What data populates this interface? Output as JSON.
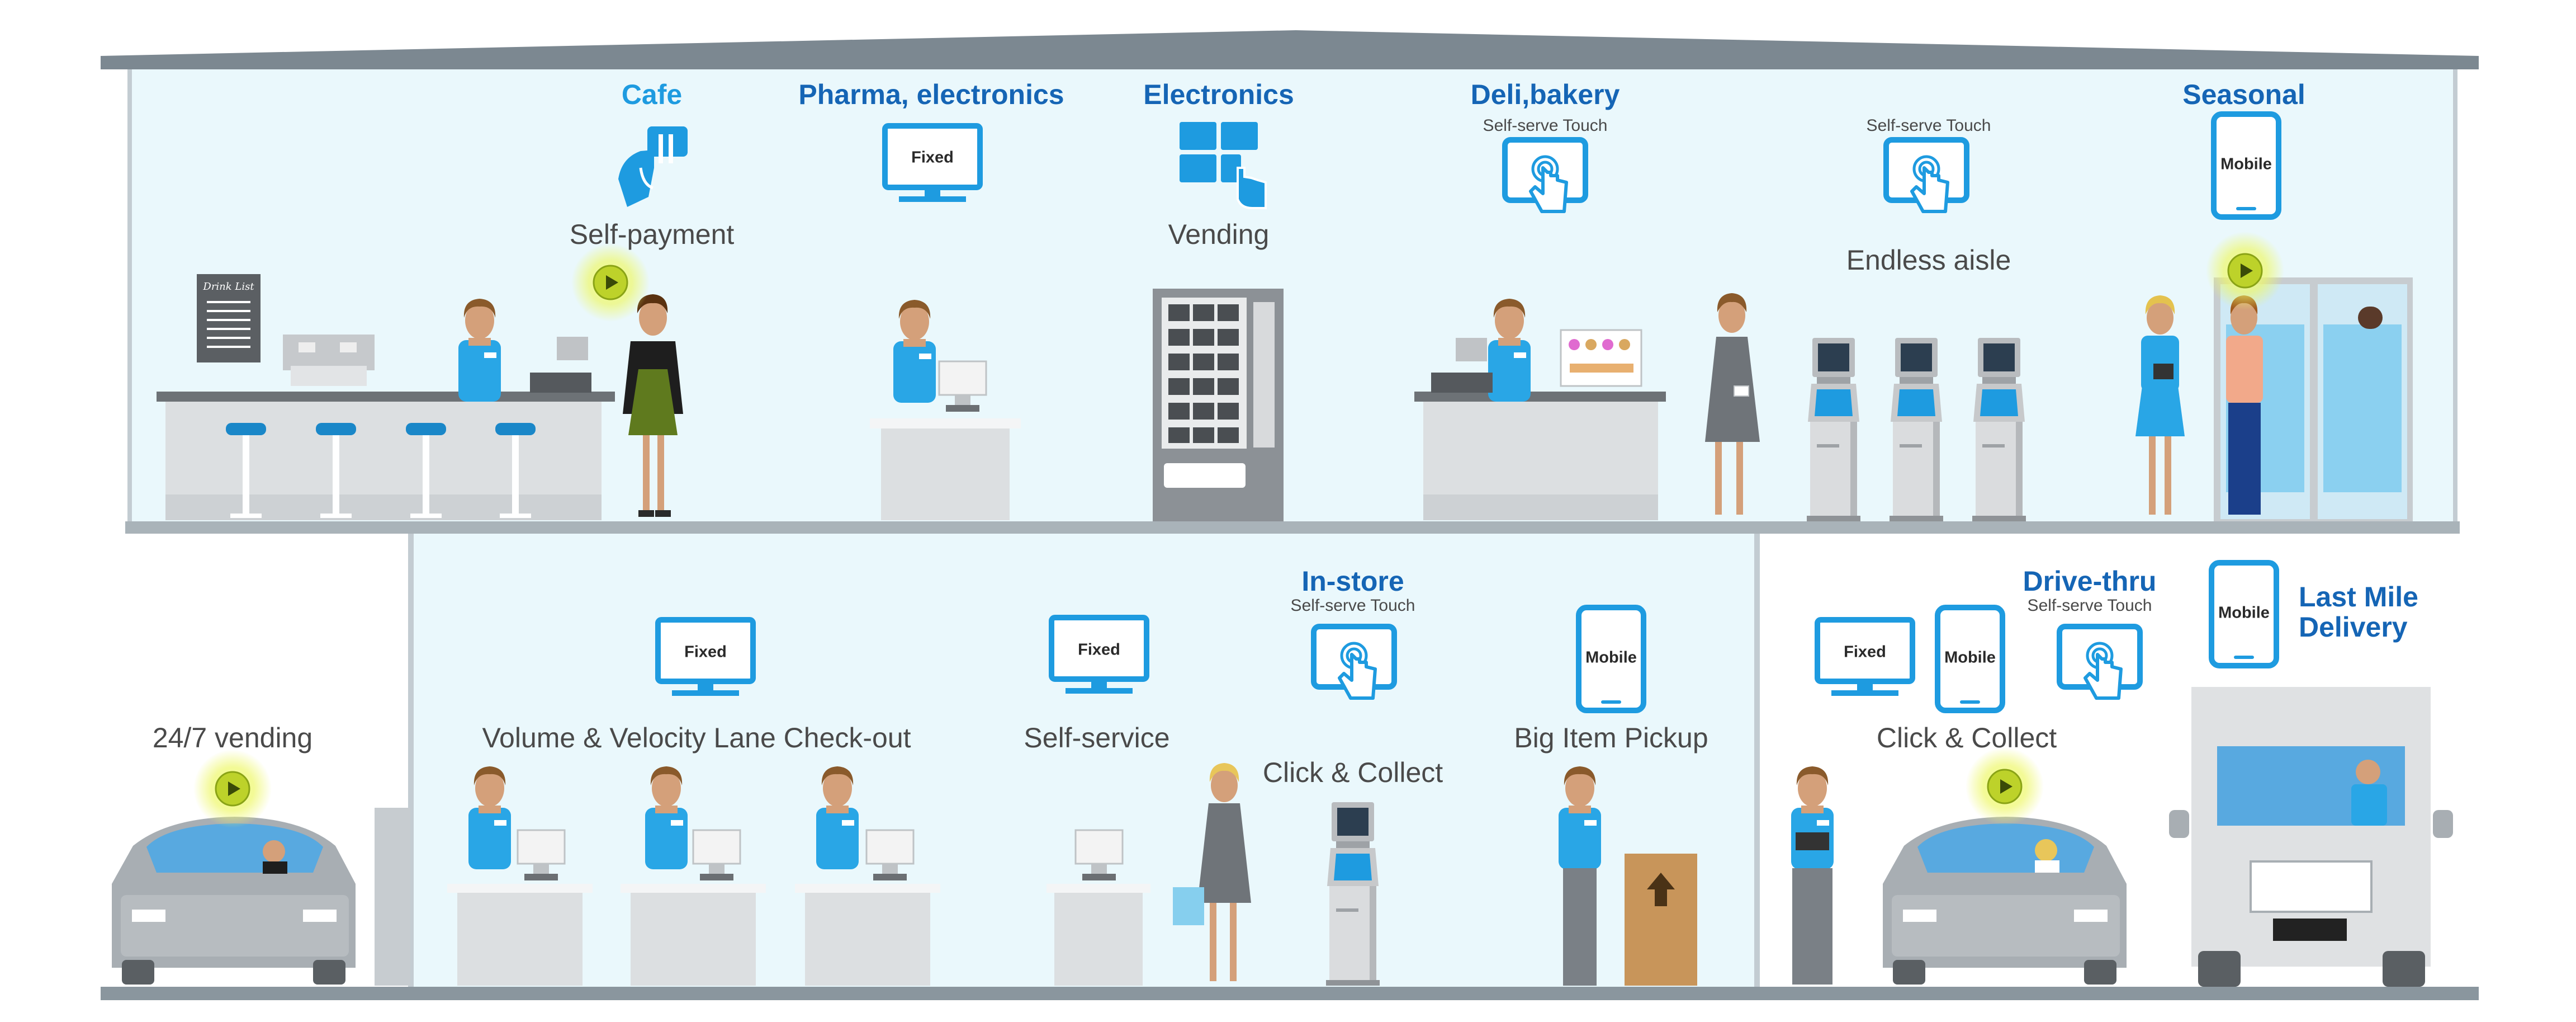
{
  "labels": {
    "cafe": "Cafe",
    "self_payment": "Self-payment",
    "pharma_electronics": "Pharma, electronics",
    "electronics": "Electronics",
    "vending": "Vending",
    "deli_bakery": "Deli,bakery",
    "self_serve_touch": "Self-serve Touch",
    "endless_aisle": "Endless aisle",
    "seasonal": "Seasonal",
    "vending_247": "24/7 vending",
    "volume_velocity": "Volume & Velocity Lane Check-out",
    "self_service": "Self-service",
    "in_store": "In-store",
    "click_collect": "Click & Collect",
    "big_item_pickup": "Big Item Pickup",
    "drive_thru": "Drive-thru",
    "last_mile": "Last Mile",
    "delivery": "Delivery",
    "drink_list": "Drink List"
  },
  "device_labels": {
    "fixed": "Fixed",
    "mobile": "Mobile"
  },
  "colors": {
    "accent_blue": "#1e9be0",
    "heading_blue": "#1565b5",
    "store_bg": "#eaf8fc",
    "structure_grey": "#7c8891",
    "highlight": "#e9f58a"
  }
}
